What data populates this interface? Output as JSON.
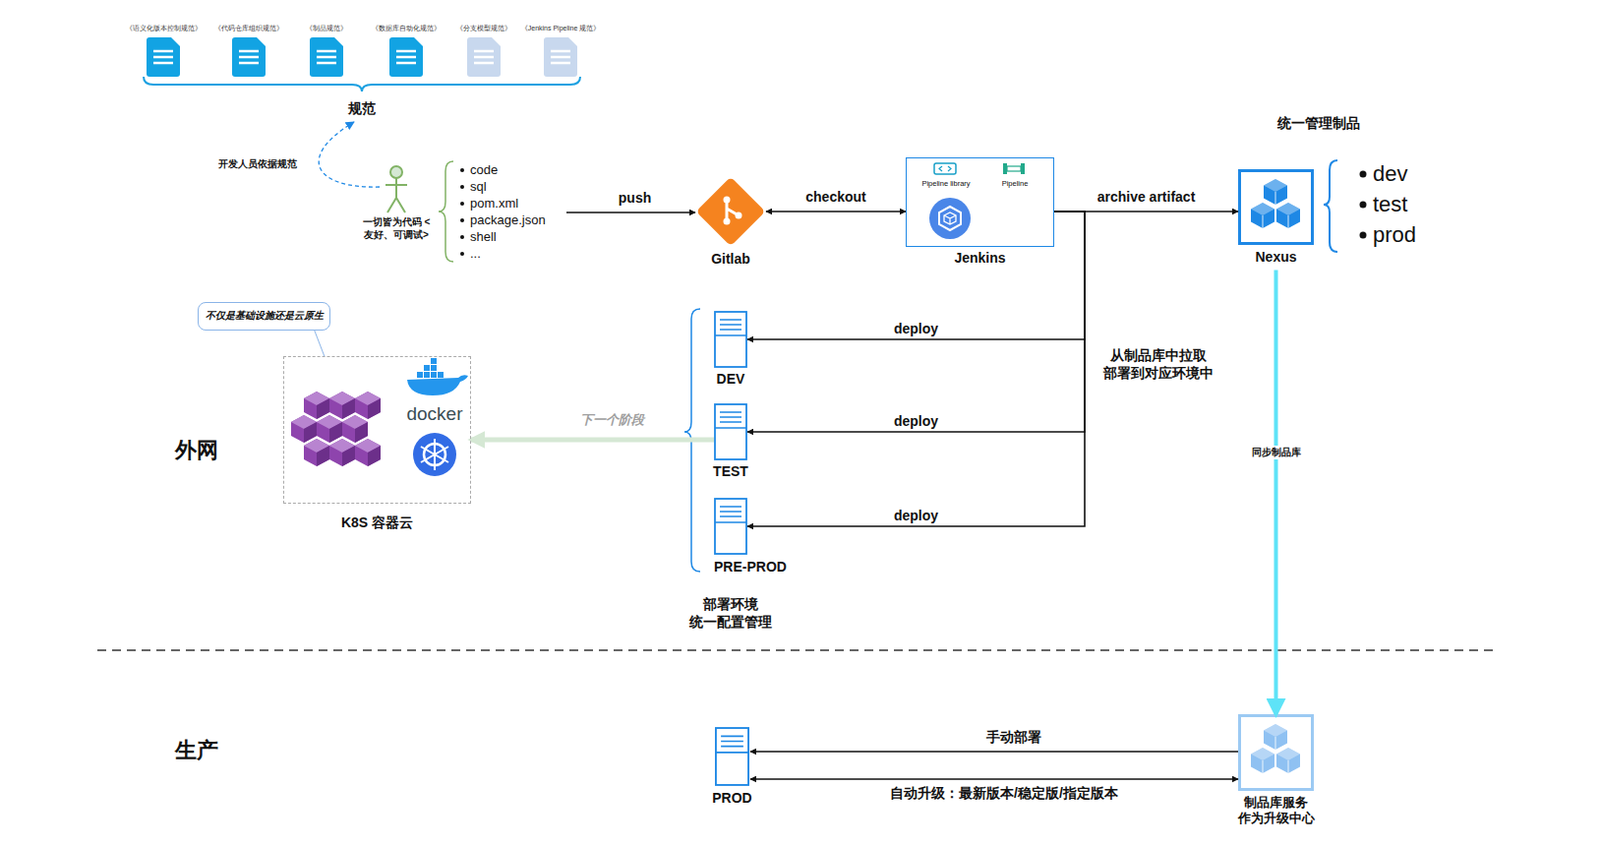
{
  "diagram": {
    "nodes": [
      {
        "text": [
          "《语义化版本控制规范》"
        ]
      },
      {
        "text": [
          "《代码仓库组织规范》"
        ]
      },
      {
        "text": [
          "《制品规范》"
        ]
      },
      {
        "text": [
          "《数据库自动化规范》"
        ]
      },
      {
        "text": [
          "《分支模型规范》"
        ]
      },
      {
        "text": [
          "《Jenkins Pipeline 规范》"
        ]
      },
      {
        "text": [
          "一切皆为代码 <友好、可调试>"
        ]
      },
      {
        "text": [
          "code",
          "sql",
          "pom.xml",
          "package.json",
          "shell",
          "..."
        ]
      },
      {
        "text": [
          "Gitlab"
        ]
      },
      {
        "text": [
          "Jenkins"
        ]
      },
      {
        "text": [
          "Pipeline library"
        ],
        "in": 9
      },
      {
        "text": [
          "Pipeline"
        ],
        "in": 9
      },
      {
        "text": [
          "Nexus"
        ]
      },
      {
        "text": [
          "DEV"
        ]
      },
      {
        "text": [
          "TEST"
        ]
      },
      {
        "text": [
          "PRE-PROD"
        ]
      },
      {
        "text": [
          "K8S 容器云"
        ]
      },
      {
        "text": [
          "不仅是基础设施还是云原生"
        ]
      },
      {
        "text": [
          "PROD"
        ]
      },
      {
        "text": [
          "制品库服务 作为升级中心"
        ]
      }
    ],
    "edges": [
      {
        "from": 7,
        "to": 8,
        "label": "push",
        "arrow": "to"
      },
      {
        "from": 8,
        "to": 9,
        "label": "checkout",
        "arrow": "both"
      },
      {
        "from": 9,
        "to": 12,
        "label": "archive artifact",
        "arrow": "to"
      },
      {
        "from": 9,
        "to": 13,
        "label": "deploy",
        "arrow": "to"
      },
      {
        "from": 9,
        "to": 14,
        "label": "deploy",
        "arrow": "to"
      },
      {
        "from": 9,
        "to": 15,
        "label": "deploy",
        "arrow": "to"
      },
      {
        "from": 14,
        "to": 16,
        "label": "下一个阶段",
        "arrow": "to"
      },
      {
        "from": 12,
        "to": 19,
        "label": "同步制品库",
        "arrow": "to"
      },
      {
        "from": 19,
        "to": 18,
        "label": "手动部署",
        "arrow": "to"
      },
      {
        "from": 18,
        "to": 19,
        "label": "自动升级：最新版本/稳定版/指定版本",
        "arrow": "both"
      },
      {
        "from": 17,
        "to": 16,
        "arrow": "none"
      }
    ],
    "labels": [
      "规范",
      "开发人员依据规范",
      "统一管理制品",
      "dev",
      "test",
      "prod",
      "从制品库中拉取 部署到对应环境中",
      "部署环境 统一配置管理",
      "docker",
      "外网",
      "生产"
    ]
  }
}
